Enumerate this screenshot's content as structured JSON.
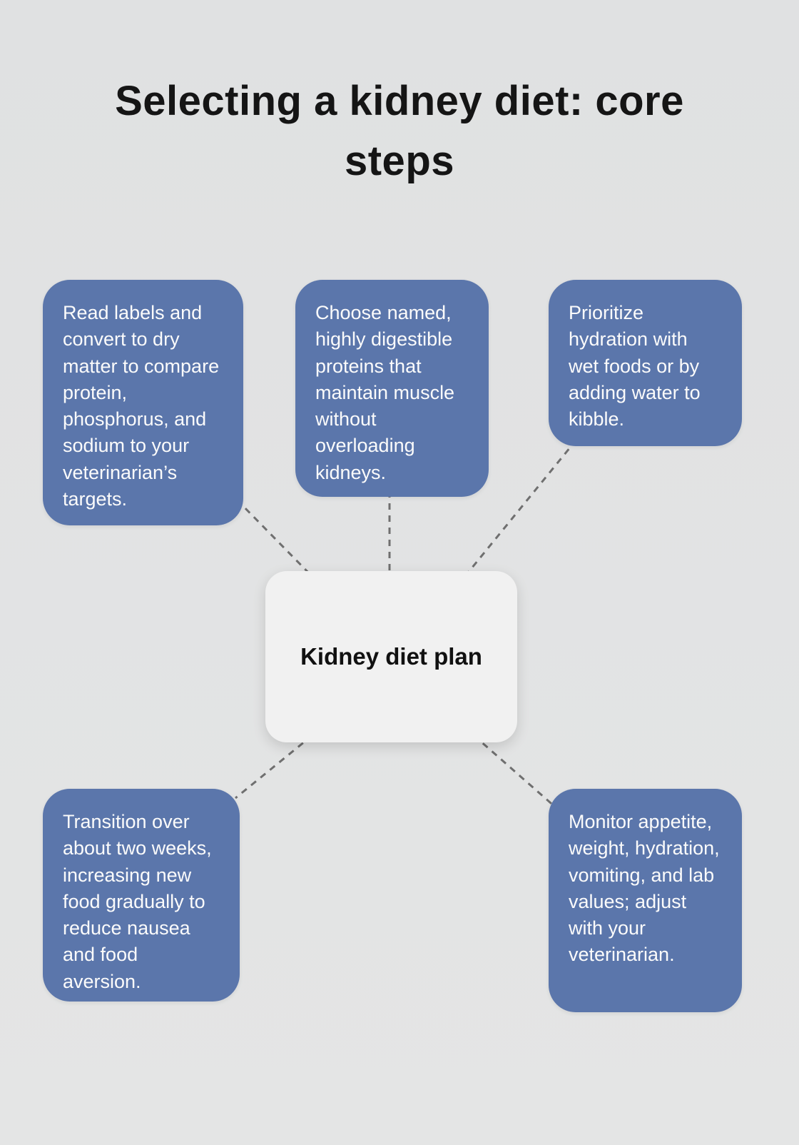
{
  "title": "Selecting a kidney diet: core steps",
  "center": {
    "label": "Kidney diet plan"
  },
  "nodes": [
    {
      "text": "Read labels and convert to dry matter to compare protein, phosphorus, and sodium to your veterinarian’s targets."
    },
    {
      "text": "Choose named, highly digestible proteins that maintain muscle without overloading kidneys."
    },
    {
      "text": "Prioritize hydration with wet foods or by adding water to kibble."
    },
    {
      "text": "Transition over about two weeks, increasing new food gradually to reduce nausea and food aversion."
    },
    {
      "text": "Monitor appetite, weight, hydration, vomiting, and lab values; adjust with your veterinarian."
    }
  ],
  "colors": {
    "background": "#e2e3e3",
    "node_fill": "#5b76ab",
    "node_text": "#fbfbfb",
    "center_fill": "#f1f1f1",
    "center_text": "#111111",
    "connector": "#6f6f6f",
    "title_text": "#151515"
  }
}
